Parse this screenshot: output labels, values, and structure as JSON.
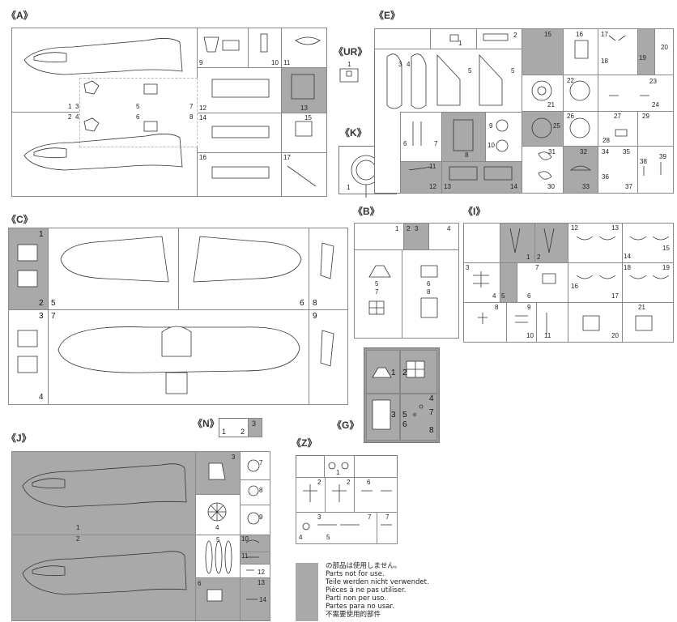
{
  "sprue_labels": {
    "A": "《A》",
    "E": "《E》",
    "UR": "《UR》",
    "K": "《K》",
    "C": "《C》",
    "B": "《B》",
    "I": "《I》",
    "N": "《N》",
    "G": "《G》",
    "J": "《J》",
    "Z": "《Z》"
  },
  "legend": {
    "line_jp": "の部品は使用しません。",
    "line_en": "Parts not for use.",
    "line_de": "Teile werden nicht verwendet.",
    "line_fr": "Pièces à ne pas utiliser.",
    "line_it": "Parti non per uso.",
    "line_es": "Partes para no usar.",
    "line_zh": "不需要使用的部件"
  },
  "colors": {
    "unused_part": "#a9a9a9",
    "outline": "#333333",
    "frame": "#777777"
  },
  "part_numbers": {
    "A": [
      "1",
      "2",
      "3",
      "4",
      "5",
      "6",
      "7",
      "8",
      "9",
      "10",
      "11",
      "12",
      "13",
      "14",
      "15",
      "16",
      "17"
    ],
    "E": [
      "1",
      "2",
      "3",
      "4",
      "5",
      "6",
      "7",
      "8",
      "9",
      "10",
      "11",
      "12",
      "13",
      "14",
      "15",
      "16",
      "17",
      "18",
      "19",
      "20",
      "21",
      "22",
      "23",
      "24",
      "25",
      "26",
      "27",
      "28",
      "29",
      "30",
      "31",
      "32",
      "33",
      "34",
      "35",
      "36",
      "37",
      "38",
      "39"
    ],
    "UR": [
      "1"
    ],
    "K": [
      "1"
    ],
    "C": [
      "1",
      "2",
      "3",
      "4",
      "5",
      "6",
      "7",
      "8",
      "9"
    ],
    "B": [
      "1",
      "2",
      "3",
      "4",
      "5",
      "6",
      "7",
      "8"
    ],
    "I": [
      "1",
      "2",
      "3",
      "4",
      "5",
      "6",
      "7",
      "8",
      "9",
      "10",
      "11",
      "12",
      "13",
      "14",
      "15",
      "16",
      "17",
      "18",
      "19",
      "20",
      "21"
    ],
    "N": [
      "1",
      "2",
      "3"
    ],
    "G": [
      "1",
      "2",
      "3",
      "4",
      "5",
      "6",
      "7",
      "8"
    ],
    "J": [
      "1",
      "2",
      "3",
      "4",
      "5",
      "6",
      "7",
      "8",
      "9",
      "10",
      "11",
      "12",
      "13",
      "14"
    ],
    "Z": [
      "1",
      "2",
      "3",
      "4",
      "5",
      "6",
      "7"
    ]
  }
}
